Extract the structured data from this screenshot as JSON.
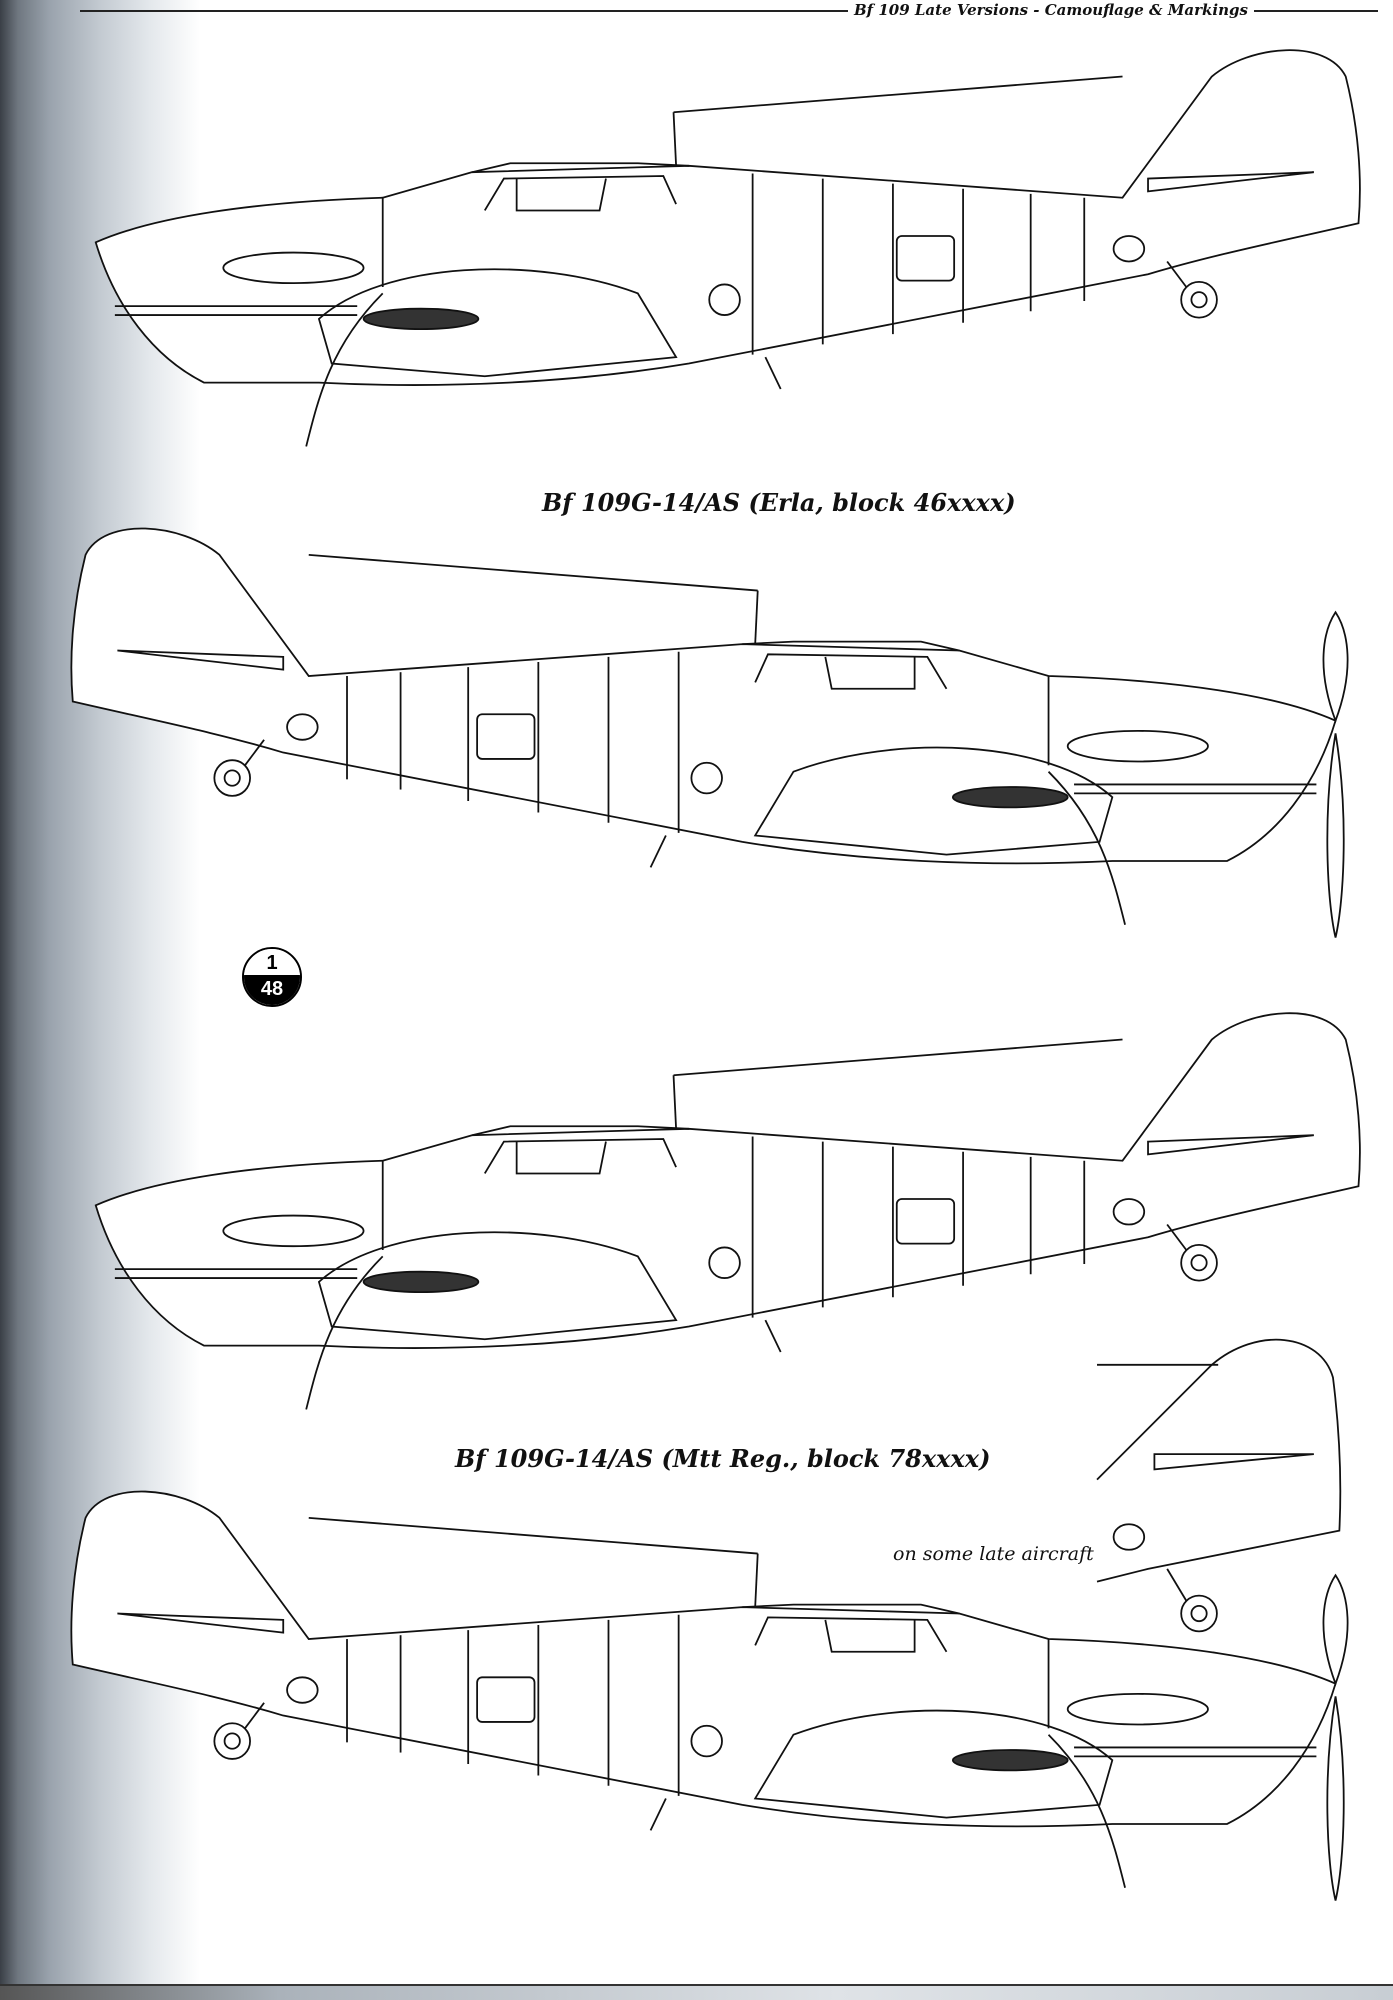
{
  "header": {
    "title": "Bf 109 Late Versions - Camouflage & Markings"
  },
  "captions": [
    "Bf 109G-14/AS (Erla, block 46xxxx)",
    "Bf 109G-14/AS (Mtt Reg., block 78xxxx)"
  ],
  "annotation": "on some late aircraft",
  "scale_badge": {
    "numerator": "1",
    "denominator": "48"
  }
}
